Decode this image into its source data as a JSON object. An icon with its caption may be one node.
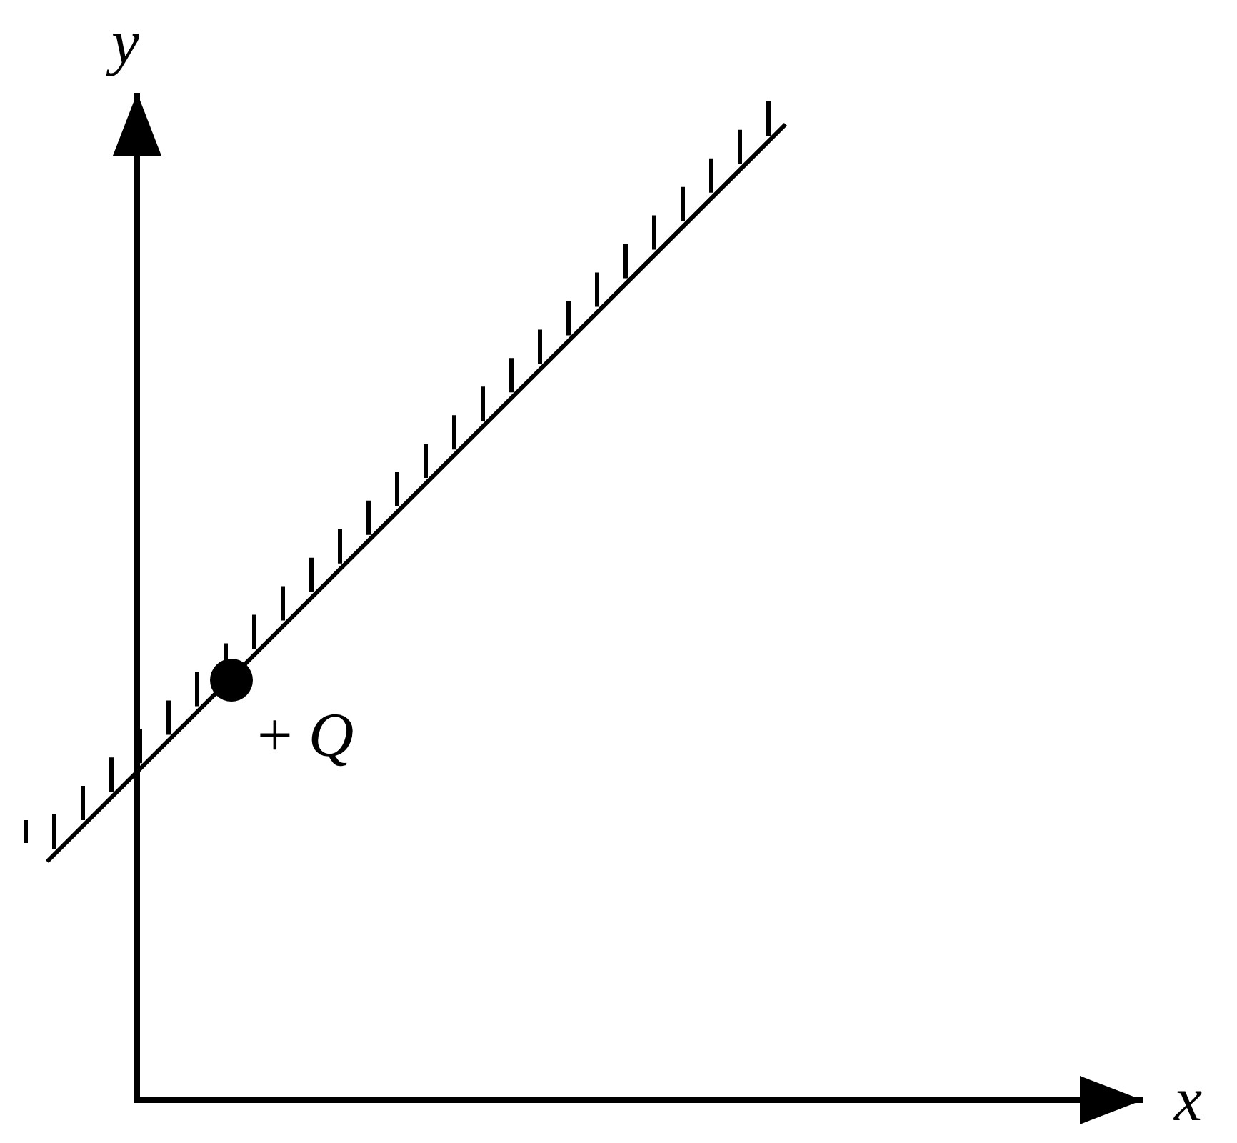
{
  "diagram": {
    "labels": [
      "y",
      "+ *Q*",
      "x"
    ]
  }
}
